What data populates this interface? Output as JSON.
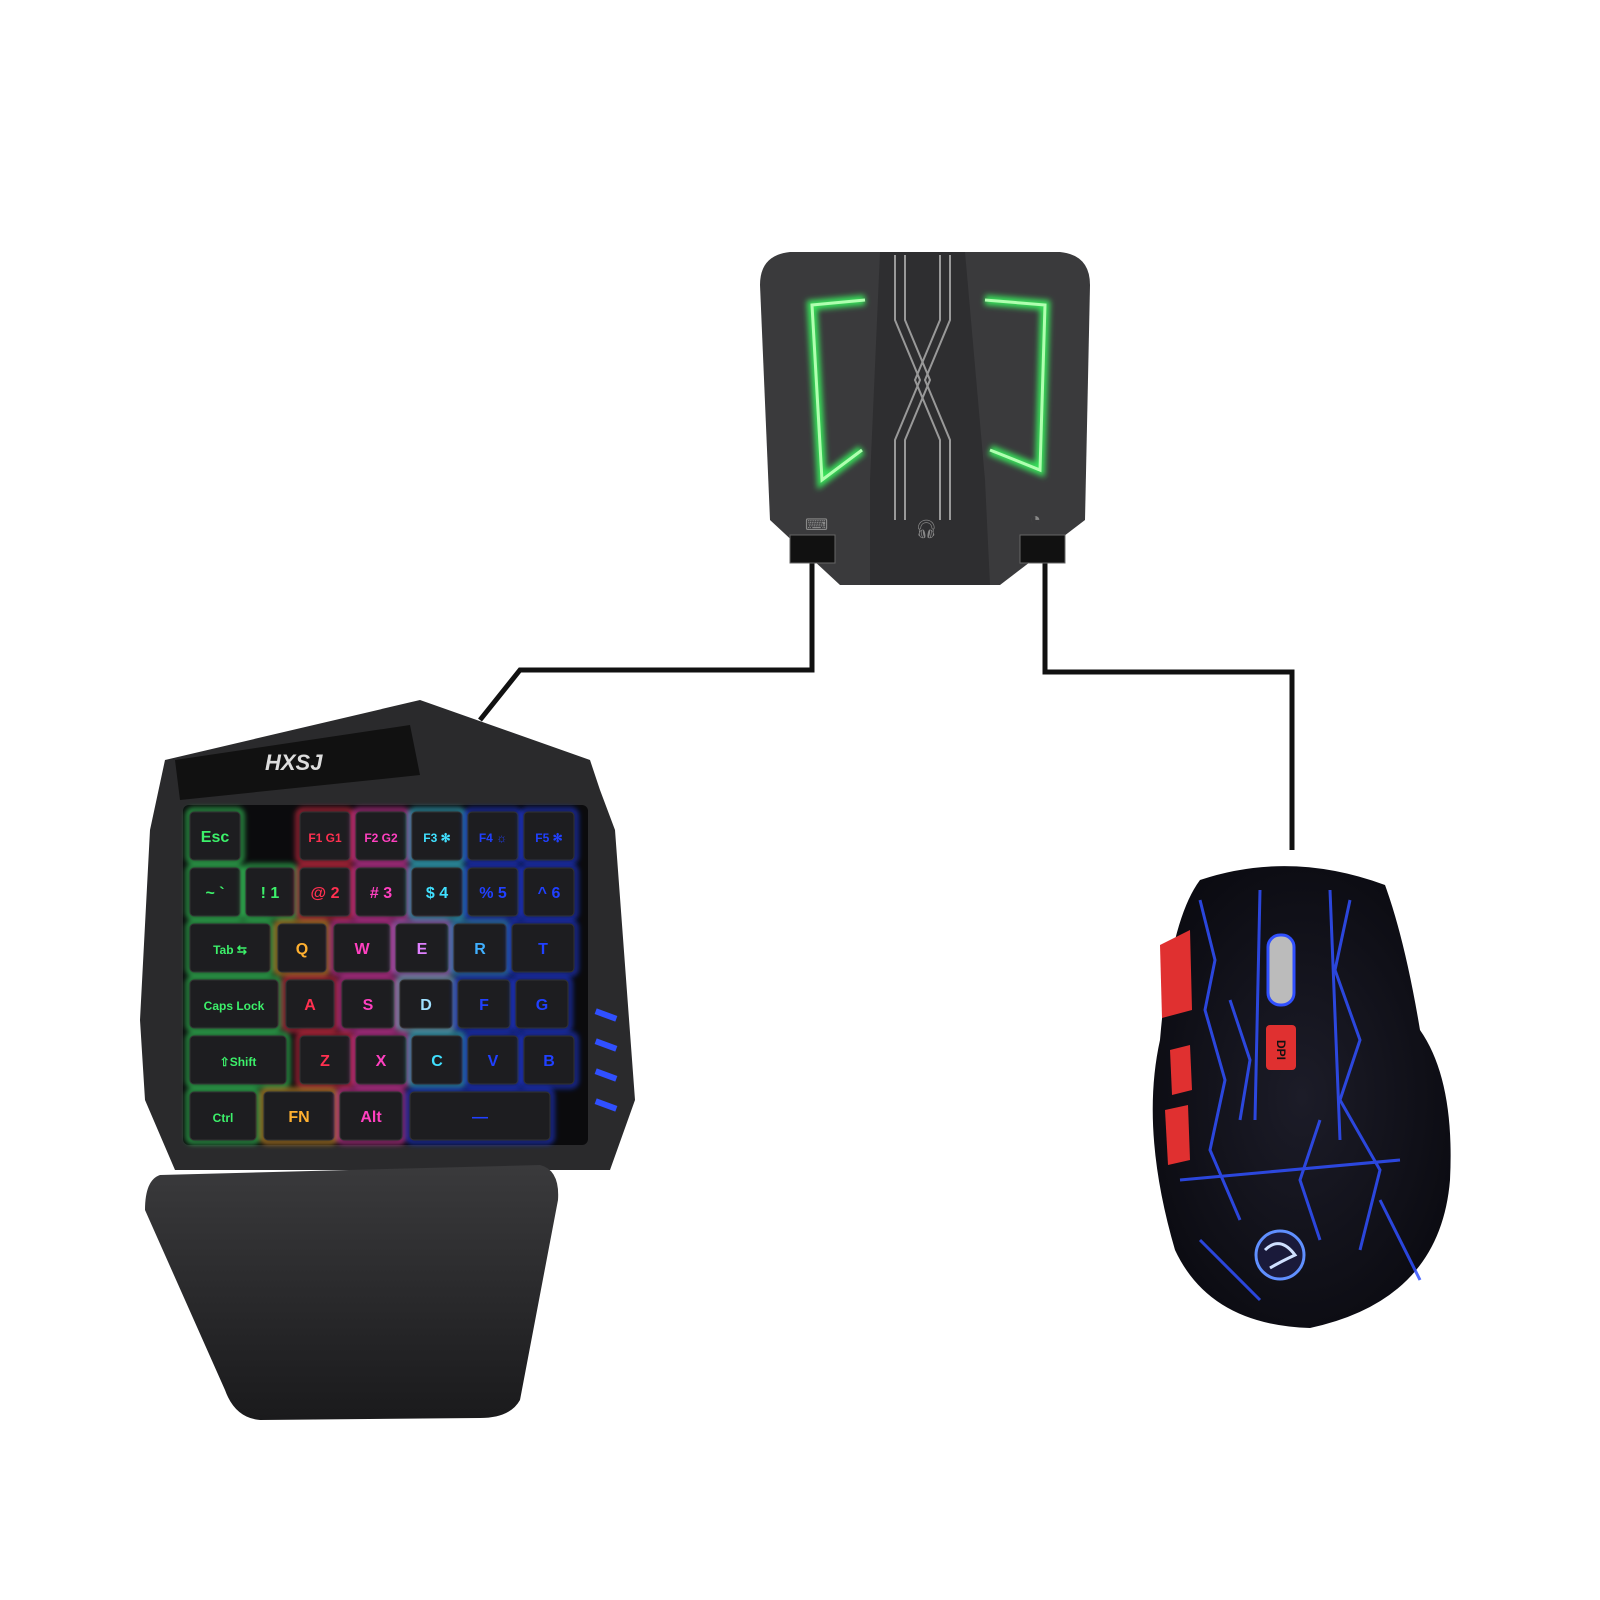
{
  "adapter": {
    "body_color": "#3a3a3c",
    "light_color": "#39e05a",
    "port_icons": [
      "keyboard-icon",
      "headset-icon",
      "mouse-icon"
    ]
  },
  "keyboard": {
    "brand": "HXSJ",
    "body_color": "#2a2a2c",
    "rows": [
      [
        {
          "t": "Esc",
          "c": "#3cf06a"
        },
        {
          "t": "F1 G1",
          "c": "#ff3050"
        },
        {
          "t": "F2 G2",
          "c": "#ff40c0"
        },
        {
          "t": "F3 ✻",
          "c": "#40e0ff"
        },
        {
          "t": "F4 ☼",
          "c": "#2040ff"
        },
        {
          "t": "F5 ✻",
          "c": "#2040ff"
        }
      ],
      [
        {
          "t": "~ `",
          "c": "#3cf06a"
        },
        {
          "t": "! 1",
          "c": "#3cf06a"
        },
        {
          "t": "@ 2",
          "c": "#ff3050"
        },
        {
          "t": "# 3",
          "c": "#ff40c0"
        },
        {
          "t": "$ 4",
          "c": "#40e0ff"
        },
        {
          "t": "% 5",
          "c": "#2040ff"
        },
        {
          "t": "^ 6",
          "c": "#2040ff"
        }
      ],
      [
        {
          "t": "Tab ⇆",
          "c": "#3cf06a"
        },
        {
          "t": "Q",
          "c": "#ffb030"
        },
        {
          "t": "W",
          "c": "#ff40c0"
        },
        {
          "t": "E",
          "c": "#e080ff"
        },
        {
          "t": "R",
          "c": "#40b0ff"
        },
        {
          "t": "T",
          "c": "#2040ff"
        }
      ],
      [
        {
          "t": "Caps Lock",
          "c": "#3cf06a"
        },
        {
          "t": "A",
          "c": "#ff3050"
        },
        {
          "t": "S",
          "c": "#ff40c0"
        },
        {
          "t": "D",
          "c": "#a0e0ff"
        },
        {
          "t": "F",
          "c": "#2040ff"
        },
        {
          "t": "G",
          "c": "#2040ff"
        }
      ],
      [
        {
          "t": "⇧Shift",
          "c": "#3cf06a"
        },
        {
          "t": "Z",
          "c": "#ff3050"
        },
        {
          "t": "X",
          "c": "#ff40c0"
        },
        {
          "t": "C",
          "c": "#40e0ff"
        },
        {
          "t": "V",
          "c": "#2040ff"
        },
        {
          "t": "B",
          "c": "#2040ff"
        }
      ],
      [
        {
          "t": "Ctrl",
          "c": "#3cf06a"
        },
        {
          "t": "FN",
          "c": "#ffb030"
        },
        {
          "t": "Alt",
          "c": "#ff40c0"
        },
        {
          "t": "—",
          "c": "#2040ff"
        }
      ]
    ]
  },
  "mouse": {
    "dpi_label": "DPI",
    "accent_color": "#e03030",
    "pattern_color": "#3050ff",
    "logo_icon": "dragon-logo-icon"
  },
  "cable_color": "#111111"
}
